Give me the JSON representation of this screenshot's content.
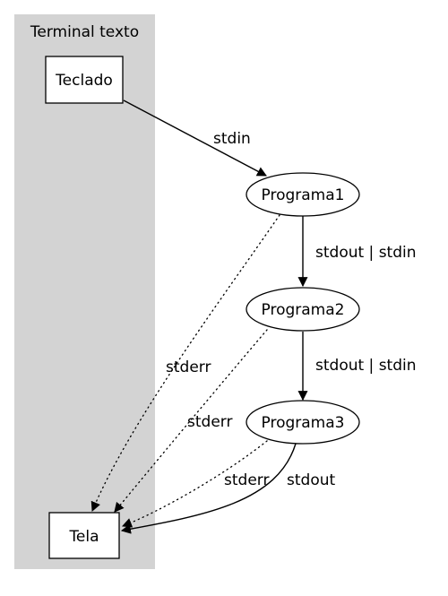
{
  "cluster": {
    "label": "Terminal texto",
    "fill": "#d3d3d3"
  },
  "nodes": {
    "teclado": "Teclado",
    "tela": "Tela",
    "programa1": "Programa1",
    "programa2": "Programa2",
    "programa3": "Programa3"
  },
  "edges": {
    "stdin": "stdin",
    "stdout_stdin_1": "stdout | stdin",
    "stdout_stdin_2": "stdout | stdin",
    "stderr_1": "stderr",
    "stderr_2": "stderr",
    "stderr_3": "stderr",
    "stdout": "stdout"
  }
}
